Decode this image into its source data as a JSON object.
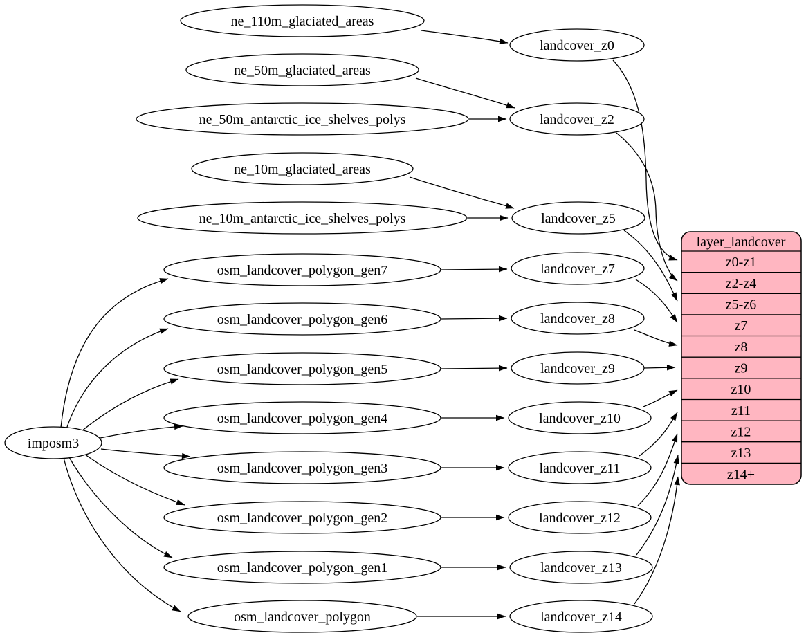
{
  "colors": {
    "record_fill": "#ffb6c1",
    "node_fill": "#ffffff",
    "stroke": "#000000",
    "background": "#ffffff"
  },
  "nodes": {
    "imposm3": "imposm3",
    "ne_110m_glaciated_areas": "ne_110m_glaciated_areas",
    "ne_50m_glaciated_areas": "ne_50m_glaciated_areas",
    "ne_50m_antarctic_ice_shelves_polys": "ne_50m_antarctic_ice_shelves_polys",
    "ne_10m_glaciated_areas": "ne_10m_glaciated_areas",
    "ne_10m_antarctic_ice_shelves_polys": "ne_10m_antarctic_ice_shelves_polys",
    "osm_landcover_polygon_gen7": "osm_landcover_polygon_gen7",
    "osm_landcover_polygon_gen6": "osm_landcover_polygon_gen6",
    "osm_landcover_polygon_gen5": "osm_landcover_polygon_gen5",
    "osm_landcover_polygon_gen4": "osm_landcover_polygon_gen4",
    "osm_landcover_polygon_gen3": "osm_landcover_polygon_gen3",
    "osm_landcover_polygon_gen2": "osm_landcover_polygon_gen2",
    "osm_landcover_polygon_gen1": "osm_landcover_polygon_gen1",
    "osm_landcover_polygon": "osm_landcover_polygon",
    "landcover_z0": "landcover_z0",
    "landcover_z2": "landcover_z2",
    "landcover_z5": "landcover_z5",
    "landcover_z7": "landcover_z7",
    "landcover_z8": "landcover_z8",
    "landcover_z9": "landcover_z9",
    "landcover_z10": "landcover_z10",
    "landcover_z11": "landcover_z11",
    "landcover_z12": "landcover_z12",
    "landcover_z13": "landcover_z13",
    "landcover_z14": "landcover_z14"
  },
  "record": {
    "title": "layer_landcover",
    "rows": [
      "z0-z1",
      "z2-z4",
      "z5-z6",
      "z7",
      "z8",
      "z9",
      "z10",
      "z11",
      "z12",
      "z13",
      "z14+"
    ]
  },
  "edges": [
    {
      "from": "ne_110m_glaciated_areas",
      "to": "landcover_z0"
    },
    {
      "from": "ne_50m_glaciated_areas",
      "to": "landcover_z2"
    },
    {
      "from": "ne_50m_antarctic_ice_shelves_polys",
      "to": "landcover_z2"
    },
    {
      "from": "ne_10m_glaciated_areas",
      "to": "landcover_z5"
    },
    {
      "from": "ne_10m_antarctic_ice_shelves_polys",
      "to": "landcover_z5"
    },
    {
      "from": "osm_landcover_polygon_gen7",
      "to": "landcover_z7"
    },
    {
      "from": "osm_landcover_polygon_gen6",
      "to": "landcover_z8"
    },
    {
      "from": "osm_landcover_polygon_gen5",
      "to": "landcover_z9"
    },
    {
      "from": "osm_landcover_polygon_gen4",
      "to": "landcover_z10"
    },
    {
      "from": "osm_landcover_polygon_gen3",
      "to": "landcover_z11"
    },
    {
      "from": "osm_landcover_polygon_gen2",
      "to": "landcover_z12"
    },
    {
      "from": "osm_landcover_polygon_gen1",
      "to": "landcover_z13"
    },
    {
      "from": "osm_landcover_polygon",
      "to": "landcover_z14"
    },
    {
      "from": "imposm3",
      "to": "osm_landcover_polygon_gen7"
    },
    {
      "from": "imposm3",
      "to": "osm_landcover_polygon_gen6"
    },
    {
      "from": "imposm3",
      "to": "osm_landcover_polygon_gen5"
    },
    {
      "from": "imposm3",
      "to": "osm_landcover_polygon_gen4"
    },
    {
      "from": "imposm3",
      "to": "osm_landcover_polygon_gen3"
    },
    {
      "from": "imposm3",
      "to": "osm_landcover_polygon_gen2"
    },
    {
      "from": "imposm3",
      "to": "osm_landcover_polygon_gen1"
    },
    {
      "from": "imposm3",
      "to": "osm_landcover_polygon"
    },
    {
      "from": "landcover_z0",
      "to": "layer_landcover.z0-z1"
    },
    {
      "from": "landcover_z2",
      "to": "layer_landcover.z2-z4"
    },
    {
      "from": "landcover_z5",
      "to": "layer_landcover.z5-z6"
    },
    {
      "from": "landcover_z7",
      "to": "layer_landcover.z7"
    },
    {
      "from": "landcover_z8",
      "to": "layer_landcover.z8"
    },
    {
      "from": "landcover_z9",
      "to": "layer_landcover.z9"
    },
    {
      "from": "landcover_z10",
      "to": "layer_landcover.z10"
    },
    {
      "from": "landcover_z11",
      "to": "layer_landcover.z11"
    },
    {
      "from": "landcover_z12",
      "to": "layer_landcover.z12"
    },
    {
      "from": "landcover_z13",
      "to": "layer_landcover.z13"
    },
    {
      "from": "landcover_z14",
      "to": "layer_landcover.z14+"
    }
  ]
}
